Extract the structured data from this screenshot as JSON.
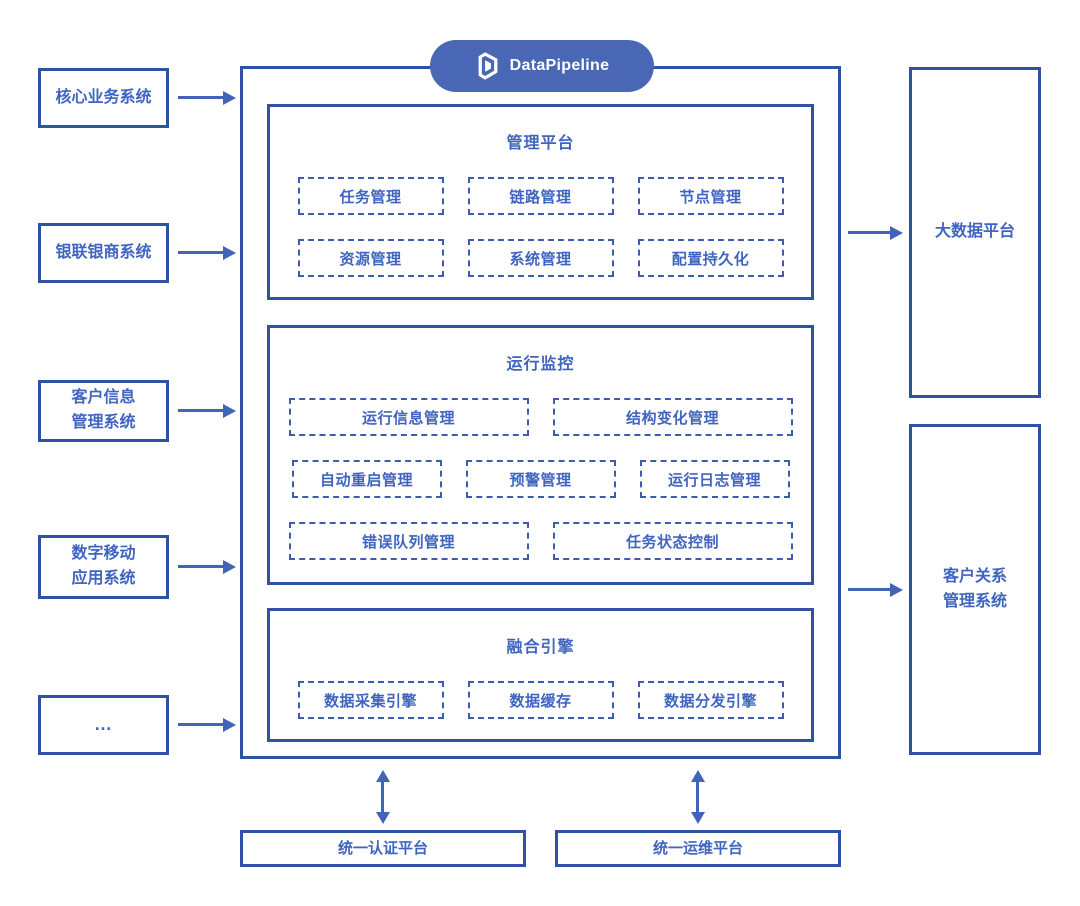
{
  "palette": {
    "border": "#3052a5",
    "dash": "#3e5cae",
    "text": "#4065c0",
    "arrow": "#4065b8",
    "pill_bg": "#4a67b5",
    "pill_text": "#ffffff",
    "bg": "#ffffff"
  },
  "logo": {
    "label": "DataPipeline",
    "icon": "datapipeline-cube-icon"
  },
  "left_sources": [
    "核心业务系统",
    "银联银商系统",
    "客户信息\n管理系统",
    "数字移动\n应用系统",
    "…"
  ],
  "center": {
    "sections": [
      {
        "title": "管理平台",
        "rows": [
          [
            "任务管理",
            "链路管理",
            "节点管理"
          ],
          [
            "资源管理",
            "系统管理",
            "配置持久化"
          ]
        ]
      },
      {
        "title": "运行监控",
        "rows": [
          [
            "运行信息管理",
            "结构变化管理"
          ],
          [
            "自动重启管理",
            "预警管理",
            "运行日志管理"
          ],
          [
            "错误队列管理",
            "任务状态控制"
          ]
        ]
      },
      {
        "title": "融合引擎",
        "rows": [
          [
            "数据采集引擎",
            "数据缓存",
            "数据分发引擎"
          ]
        ]
      }
    ]
  },
  "right_targets": [
    "大数据平台",
    "客户关系\n管理系统"
  ],
  "bottom_platforms": [
    "统一认证平台",
    "统一运维平台"
  ]
}
